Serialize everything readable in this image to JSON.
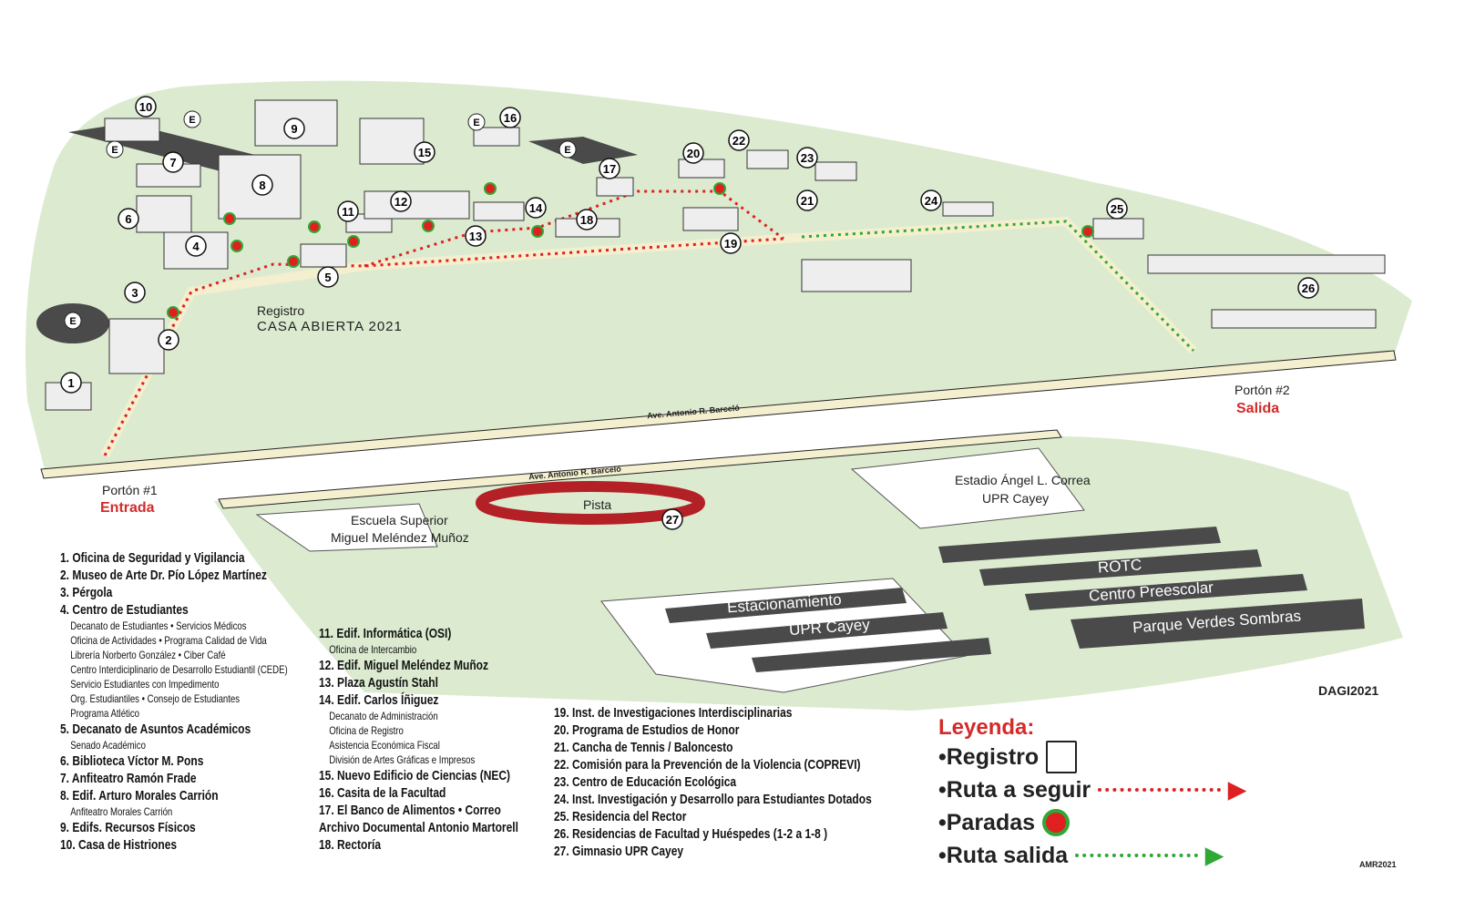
{
  "map_labels": {
    "registro": "Registro",
    "casa_abierta": "CASA ABIERTA 2021",
    "porton1": "Portón #1",
    "entrada": "Entrada",
    "porton2": "Portón #2",
    "salida": "Salida",
    "avenue": "Ave. Antonio R. Barceló",
    "escuela": "Escuela Superior",
    "escuela2": "Miguel Meléndez Muñoz",
    "pista": "Pista",
    "estadio": "Estadio Ángel L. Correa",
    "estadio2": "UPR Cayey",
    "rotc": "ROTC",
    "preescolar": "Centro Preescolar",
    "parque": "Parque Verdes Sombras",
    "estacionamiento": "Estacionamiento",
    "upr_cayey": "UPR Cayey",
    "parking_e": "E",
    "credit": "DAGI2021",
    "credit2": "AMR2021"
  },
  "markers": [
    "1",
    "2",
    "3",
    "4",
    "5",
    "6",
    "7",
    "8",
    "9",
    "10",
    "11",
    "12",
    "13",
    "14",
    "15",
    "16",
    "17",
    "18",
    "19",
    "20",
    "21",
    "22",
    "23",
    "24",
    "25",
    "26",
    "27"
  ],
  "directory": {
    "col1": [
      {
        "t": "1. Oficina de Seguridad y Vigilancia"
      },
      {
        "t": "2. Museo de Arte Dr. Pío López Martínez"
      },
      {
        "t": "3. Pérgola"
      },
      {
        "t": "4. Centro de Estudiantes"
      },
      {
        "s": "Decanato de Estudiantes • Servicios Médicos"
      },
      {
        "s": "Oficina de Actividades • Programa Calidad de Vida"
      },
      {
        "s": "Librería Norberto González • Ciber Café"
      },
      {
        "s": "Centro Interdiciplinario de Desarrollo Estudiantil (CEDE)"
      },
      {
        "s": "Servicio Estudiantes con Impedimento"
      },
      {
        "s": "Org. Estudiantiles • Consejo de Estudiantes"
      },
      {
        "s": "Programa Atlético"
      },
      {
        "t": "5. Decanato de Asuntos Académicos"
      },
      {
        "s": "Senado Académico"
      },
      {
        "t": "6. Biblioteca Víctor M. Pons"
      },
      {
        "t": "7. Anfiteatro Ramón Frade"
      },
      {
        "t": "8. Edif. Arturo Morales Carrión"
      },
      {
        "s": "Anfiteatro Morales Carrión"
      },
      {
        "t": "9. Edifs. Recursos Físicos"
      },
      {
        "t": "10. Casa de Histriones"
      }
    ],
    "col2": [
      {
        "t": "11. Edif. Informática (OSI)"
      },
      {
        "s": "Oficina de Intercambio"
      },
      {
        "t": "12. Edif. Miguel Meléndez Muñoz"
      },
      {
        "t": "13. Plaza Agustín Stahl"
      },
      {
        "t": "14. Edif. Carlos Íñiguez"
      },
      {
        "s": "Decanato de Administración"
      },
      {
        "s": "Oficina de Registro"
      },
      {
        "s": "Asistencia Económica Fiscal"
      },
      {
        "s": "División de Artes Gráficas e Impresos"
      },
      {
        "t": "15. Nuevo Edificio de Ciencias (NEC)"
      },
      {
        "t": "16. Casita de la Facultad"
      },
      {
        "t": "17. El Banco de Alimentos • Correo"
      },
      {
        "t": "Archivo Documental Antonio Martorell"
      },
      {
        "t": "18. Rectoría"
      }
    ],
    "col3": [
      {
        "t": "19. Inst. de Investigaciones Interdisciplinarias"
      },
      {
        "t": "20. Programa de Estudios de Honor"
      },
      {
        "t": "21. Cancha de Tennis / Baloncesto"
      },
      {
        "t": "22. Comisión para la Prevención de la Violencia (COPREVI)"
      },
      {
        "t": "23. Centro de Educación Ecológica"
      },
      {
        "t": "24. Inst. Investigación y Desarrollo para Estudiantes Dotados"
      },
      {
        "t": "25. Residencia del Rector"
      },
      {
        "t": "26. Residencias de Facultad y Huéspedes (1-2 a 1-8 )"
      },
      {
        "t": "27. Gimnasio UPR Cayey"
      }
    ]
  },
  "legend": {
    "title": "Leyenda:",
    "items": [
      "•Registro",
      "•Ruta a seguir",
      "•Paradas",
      "•Ruta salida"
    ]
  },
  "colors": {
    "grass": "#dcebd0",
    "road": "#f3efcf",
    "route": "#e02020",
    "exit": "#2fa836",
    "building": "#4a4a4a"
  }
}
